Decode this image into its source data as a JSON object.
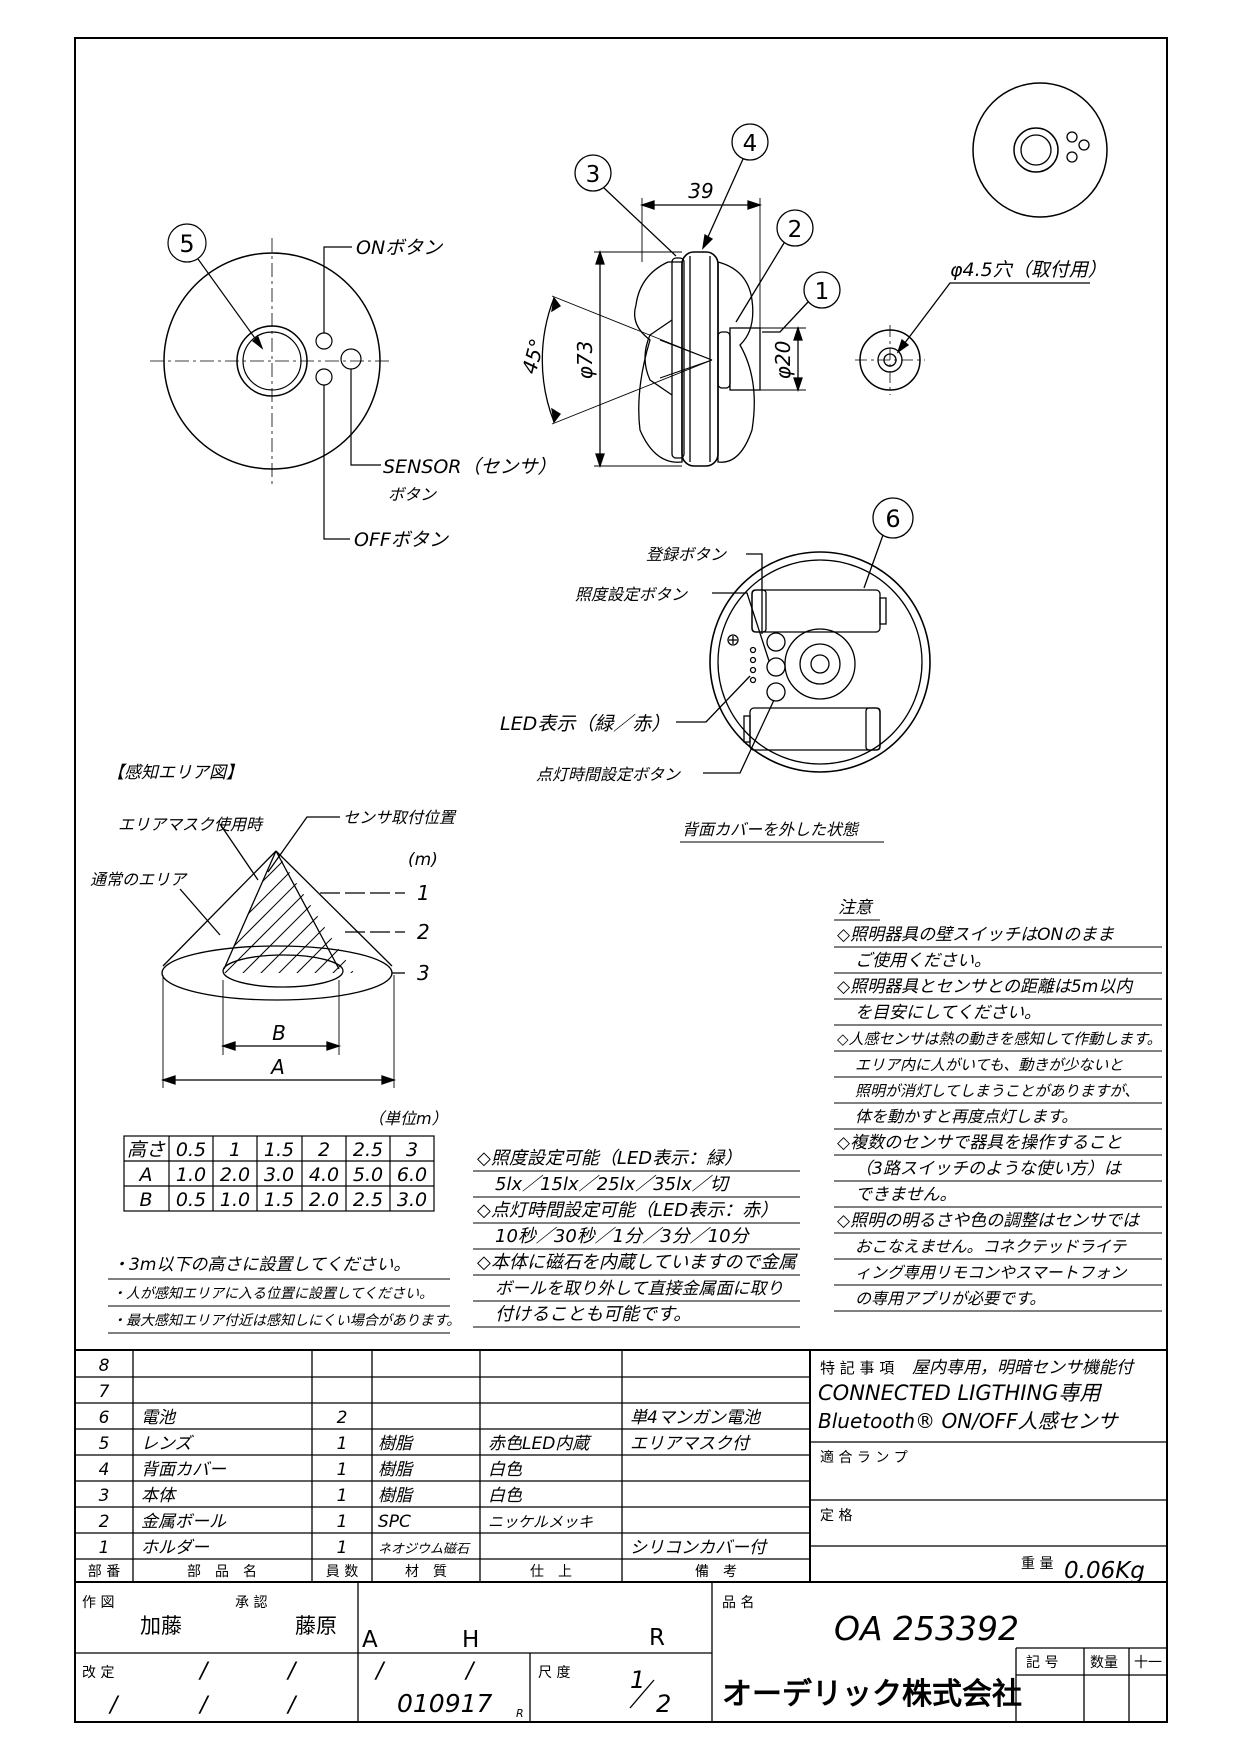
{
  "front_view": {
    "callout": "5",
    "on_button": "ONボタン",
    "sensor_button_1": "SENSOR（センサ）",
    "sensor_button_2": "ボタン",
    "off_button": "OFFボタン"
  },
  "side_view": {
    "callouts": [
      "3",
      "4",
      "2",
      "1"
    ],
    "dim_width": "39",
    "dim_diameter": "φ73",
    "dim_holder": "φ20",
    "angle": "45°"
  },
  "hole_view": {
    "label": "φ4.5穴（取付用）"
  },
  "back_view": {
    "callout": "6",
    "register_button": "登録ボタン",
    "illum_button": "照度設定ボタン",
    "led": "LED表示（緑／赤）",
    "timer_button": "点灯時間設定ボタン",
    "caption": "背面カバーを外した状態"
  },
  "area": {
    "title": "【感知エリア図】",
    "mask_label": "エリアマスク使用時",
    "sensor_pos": "センサ取付位置",
    "normal_area": "通常のエリア",
    "unit_m": "(m)",
    "levels": [
      "1",
      "2",
      "3"
    ],
    "dim_b": "B",
    "dim_a": "A"
  },
  "table": {
    "unit": "（単位m）",
    "rows": [
      [
        "高さ",
        "0.5",
        "1",
        "1.5",
        "2",
        "2.5",
        "3"
      ],
      [
        "A",
        "1.0",
        "2.0",
        "3.0",
        "4.0",
        "5.0",
        "6.0"
      ],
      [
        "B",
        "0.5",
        "1.0",
        "1.5",
        "2.0",
        "2.5",
        "3.0"
      ]
    ]
  },
  "install_notes": [
    "・3m以下の高さに設置してください。",
    "・人が感知エリアに入る位置に設置してください。",
    "・最大感知エリア付近は感知しにくい場合があります。"
  ],
  "setting_notes": [
    "◇照度設定可能（LED表示：緑）",
    "5lx／15lx／25lx／35lx／切",
    "◇点灯時間設定可能（LED表示：赤）",
    "10秒／30秒／1分／3分／10分",
    "◇本体に磁石を内蔵していますので金属",
    "ボールを取り外して直接金属面に取り",
    "付けることも可能です。"
  ],
  "caution": {
    "title": "注意",
    "lines": [
      "◇照明器具の壁スイッチはONのまま",
      "ご使用ください。",
      "◇照明器具とセンサとの距離は5m以内",
      "を目安にしてください。",
      "◇人感センサは熱の動きを感知して作動します。",
      "エリア内に人がいても、動きが少ないと",
      "照明が消灯してしまうことがありますが、",
      "体を動かすと再度点灯します。",
      "◇複数のセンサで器具を操作すること",
      "（3路スイッチのような使い方）は",
      "できません。",
      "◇照明の明るさや色の調整はセンサでは",
      "おこなえません。コネクテッドライテ",
      "ィング専用リモコンやスマートフォン",
      "の専用アプリが必要です。"
    ]
  },
  "parts": {
    "rows": [
      {
        "no": "8",
        "name": "",
        "qty": "",
        "mat": "",
        "finish": "",
        "note": ""
      },
      {
        "no": "7",
        "name": "",
        "qty": "",
        "mat": "",
        "finish": "",
        "note": ""
      },
      {
        "no": "6",
        "name": "電池",
        "qty": "2",
        "mat": "",
        "finish": "",
        "note": "単4マンガン電池"
      },
      {
        "no": "5",
        "name": "レンズ",
        "qty": "1",
        "mat": "樹脂",
        "finish": "赤色LED内蔵",
        "note": "エリアマスク付"
      },
      {
        "no": "4",
        "name": "背面カバー",
        "qty": "1",
        "mat": "樹脂",
        "finish": "白色",
        "note": ""
      },
      {
        "no": "3",
        "name": "本体",
        "qty": "1",
        "mat": "樹脂",
        "finish": "白色",
        "note": ""
      },
      {
        "no": "2",
        "name": "金属ボール",
        "qty": "1",
        "mat": "SPC",
        "finish": "ニッケルメッキ",
        "note": ""
      },
      {
        "no": "1",
        "name": "ホルダー",
        "qty": "1",
        "mat": "ネオジウム磁石",
        "finish": "",
        "note": "シリコンカバー付"
      }
    ],
    "headers": [
      "部 番",
      "部　品　名",
      "員 数",
      "材　質",
      "仕　上",
      "備　考"
    ]
  },
  "spec": {
    "special_label": "特 記 事 項",
    "special_value": "屋内専用，明暗センサ機能付",
    "product_line1": "CONNECTED LIGTHING専用",
    "product_line2": "Bluetooth® ON/OFF人感センサ",
    "lamp_label": "適 合 ラ ン プ",
    "rating_label": "定 格",
    "weight_label": "重 量",
    "weight_value": "0.06Kg"
  },
  "title_block": {
    "drawn_label": "作 図",
    "drawn_by": "加藤",
    "approved_label": "承 認",
    "approved_by": "藤原",
    "grade_a": "A",
    "grade_h": "H",
    "grade_r": "R",
    "part_label": "品 名",
    "part_no": "OA 253392",
    "rev_label": "改 定",
    "slash": "/",
    "date": "010917",
    "date_suffix": "R",
    "scale_label": "尺 度",
    "scale_num": "1",
    "scale_den": "2",
    "company": "オーデリック株式会社",
    "symbol_label": "記 号",
    "qty_label": "数量",
    "extra_label": "十一"
  }
}
